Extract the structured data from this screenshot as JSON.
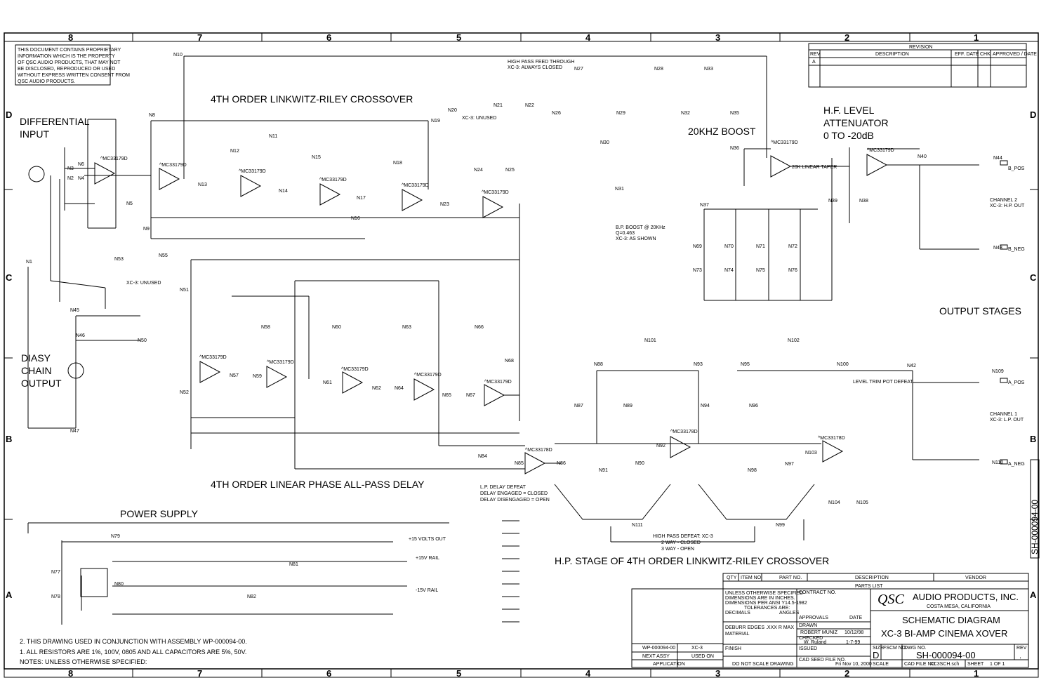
{
  "border": {
    "columns_top": [
      "8",
      "7",
      "6",
      "5",
      "4",
      "3",
      "2",
      "1"
    ],
    "columns_bottom": [
      "8",
      "7",
      "6",
      "5",
      "4",
      "3",
      "2",
      "1"
    ],
    "rows_left": [
      "D",
      "C",
      "B",
      "A"
    ],
    "rows_right": [
      "D",
      "C",
      "B",
      "A"
    ]
  },
  "notice": {
    "lines": [
      "THIS DOCUMENT CONTAINS PROPRIETARY",
      "INFORMATION WHICH IS THE PROPERTY",
      "OF QSC AUDIO PRODUCTS, THAT MAY NOT",
      "BE DISCLOSED, REPRODUCED OR USED",
      "WITHOUT EXPRESS WRITTEN CONSENT FROM",
      "QSC AUDIO PRODUCTS."
    ]
  },
  "revision": {
    "title": "REVISION",
    "headers": [
      "REV",
      "DESCRIPTION",
      "EFF. DATE",
      "CHK",
      "APPROVED / DATE"
    ],
    "rows": [
      [
        "A",
        "",
        "",
        "",
        ""
      ]
    ]
  },
  "sections": {
    "crossover_title": "4TH ORDER LINKWITZ-RILEY CROSSOVER",
    "diff_input": "DIFFERENTIAL",
    "diff_input2": "INPUT",
    "daisy1": "DIASY",
    "daisy2": "CHAIN",
    "daisy3": "OUTPUT",
    "boost": "20KHZ BOOST",
    "hf_level1": "H.F. LEVEL",
    "hf_level2": "ATTENUATOR",
    "hf_level3": "0 TO -20dB",
    "output_stages": "OUTPUT STAGES",
    "allpass": "4TH ORDER LINEAR PHASE ALL-PASS DELAY",
    "power": "POWER SUPPLY",
    "hp_stage": "H.P. STAGE OF 4TH ORDER LINKWITZ-RILEY CROSSOVER"
  },
  "annotations": {
    "hp_feed1": "HIGH PASS FEED THROUGH",
    "hp_feed2": "XC-3: ALWAYS CLOSED",
    "sw1_10": "XC-3: UNUSED",
    "sw1_9": "XC-3: UNUSED",
    "bp_boost1": "B.P. BOOST @ 20KHz",
    "bp_boost2": "Q=0.463",
    "bp_boost3": "XC-3: AS SHOWN",
    "lp_delay1": "L.P. DELAY DEFEAT",
    "lp_delay2": "DELAY ENGAGED = CLOSED",
    "lp_delay3": "DELAY DISENGAGED = OPEN",
    "hp_defeat1": "HIGH PASS DEFEAT: XC-3",
    "hp_defeat2": "2 WAY - CLOSED",
    "hp_defeat3": "3 WAY - OPEN",
    "level_trim": "LEVEL TRIM POT DEFEAT",
    "ch2_1": "CHANNEL 2",
    "ch2_2": "XC-3: H.P. OUT",
    "ch1_1": "CHANNEL 1",
    "ch1_2": "XC-3: L.P. OUT",
    "plus15out": "+15 VOLTS OUT",
    "plus15rail": "+15V RAIL",
    "minus15rail": "-15V RAIL",
    "b_pos": "B_POS",
    "b_neg": "B_NEG",
    "a_pos": "A_POS",
    "a_neg": "A_NEG",
    "linear_taper": "20K LINEAR TAPER"
  },
  "notes": {
    "title": "NOTES: UNLESS OTHERWISE SPECIFIED:",
    "n1": "1. ALL RESISTORS ARE 1%, 100V, 0805 AND ALL CAPACITORS ARE 5%, 50V.",
    "n2": "2. THIS DRAWING USED IN CONJUNCTION WITH ASSEMBLY WP-000094-00."
  },
  "parts_list": {
    "headers": [
      "QTY",
      "ITEM NO.",
      "PART NO.",
      "DESCRIPTION",
      "VENDOR"
    ],
    "title": "PARTS LIST"
  },
  "title_block": {
    "company": "AUDIO PRODUCTS, INC.",
    "city": "COSTA MESA, CALIFORNIA",
    "logo": "QSC",
    "title1": "SCHEMATIC DIAGRAM",
    "title2": "XC-3 BI-AMP CINEMA XOVER",
    "dwg_no": "SH-000094-00",
    "size": "D",
    "rev": ".",
    "sheet": "1 OF 1",
    "scale_label": "SCALE",
    "cad_file_label": "CAD FILE NO.",
    "cad_file": "XC3SCH.sch",
    "sheet_label": "SHEET",
    "size_label": "SIZE",
    "fscm_label": "FSCM NO.",
    "dwg_label": "DWG NO.",
    "rev_label": "REV",
    "contract_no": "CONTRACT NO.",
    "approvals": "APPROVALS",
    "date": "DATE",
    "drawn": "DRAWN",
    "drawn_by": "ROBERT MUNIZ",
    "drawn_date": "10/12/98",
    "checked": "CHECKED",
    "checked_by": "W. Ruland",
    "checked_date": "1-7-99",
    "issued": "ISSUED",
    "material": "MATERIAL",
    "finish": "FINISH",
    "tol1": "UNLESS OTHERWISE SPECIFIED",
    "tol2": "DIMENSIONS ARE IN INCHES.",
    "tol3": "DIMENSIONS PER ANSI Y14.5-1982",
    "tol4": "TOLERANCES ARE:",
    "decimals": "DECIMALS",
    "angles": "ANGLES",
    "deburr": "DEBURR EDGES .XXX R MAX",
    "do_not_scale": "DO NOT SCALE DRAWING",
    "cad_seed": "CAD SEED FILE NO.",
    "next_assy": "NEXT ASSY",
    "used_on": "USED ON",
    "application": "APPLICATION",
    "wp": "WP-000094-00",
    "xc3": "XC-3",
    "date_stamp": "Fri Nov 10, 2000",
    "vert_dwg": "SH-000094-00"
  },
  "labels": {
    "nets": [
      "N10",
      "N8",
      "N3",
      "N6",
      "N4",
      "N2",
      "N5",
      "N9",
      "N11",
      "N13",
      "N12",
      "N14",
      "N15",
      "N16",
      "N17",
      "N18",
      "N19",
      "N20",
      "N21",
      "N22",
      "N23",
      "N24",
      "N25",
      "N26",
      "N27",
      "N28",
      "N29",
      "N30",
      "N31",
      "N32",
      "N33",
      "N35",
      "N36",
      "N37",
      "N38",
      "N39",
      "N40",
      "N44",
      "N43",
      "N1",
      "N45",
      "N46",
      "N47",
      "N50",
      "N51",
      "N52",
      "N53",
      "N55",
      "N57",
      "N58",
      "N59",
      "N60",
      "N61",
      "N62",
      "N63",
      "N64",
      "N65",
      "N66",
      "N67",
      "N68",
      "N84",
      "N85",
      "N86",
      "N87",
      "N88",
      "N89",
      "N90",
      "N91",
      "N92",
      "N93",
      "N94",
      "N95",
      "N96",
      "N97",
      "N98",
      "N99",
      "N100",
      "N101",
      "N102",
      "N103",
      "N104",
      "N105",
      "N109",
      "N110",
      "N111",
      "N42",
      "N69",
      "N70",
      "N71",
      "N72",
      "N73",
      "N74",
      "N75",
      "N76",
      "N77",
      "N78",
      "N79",
      "N80",
      "N81",
      "N82"
    ],
    "opamp_main": "^MC33179D",
    "opamp_alt": "^MC33178D"
  }
}
